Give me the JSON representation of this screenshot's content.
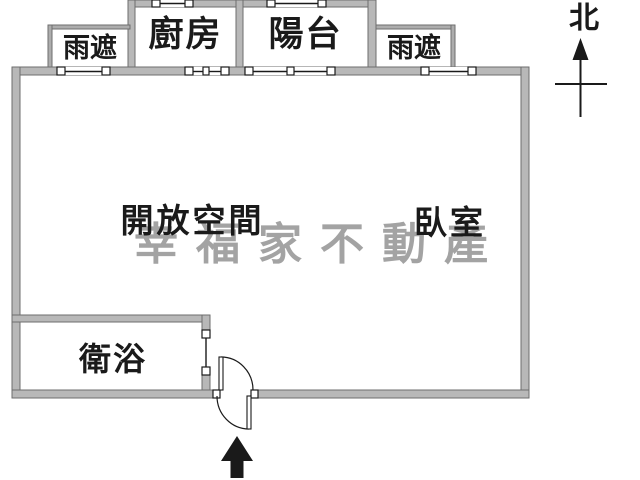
{
  "plan": {
    "rooms": {
      "canopy_left": {
        "label": "雨遮"
      },
      "kitchen": {
        "label": "廚房"
      },
      "balcony": {
        "label": "陽台"
      },
      "canopy_right": {
        "label": "雨遮"
      },
      "open_space": {
        "label": "開放空間"
      },
      "bedroom": {
        "label": "臥室"
      },
      "bathroom": {
        "label": "衛浴"
      }
    },
    "compass": {
      "north_label": "北"
    },
    "watermark": {
      "text": "幸福家不動產"
    },
    "colors": {
      "bg": "#ffffff",
      "wall_fill": "#b8b8b8",
      "wall_stroke": "#6e6e6e",
      "canopy_fill": "#adadad",
      "ink": "#1a1a1a",
      "watermark": "#a3a3a3"
    }
  }
}
